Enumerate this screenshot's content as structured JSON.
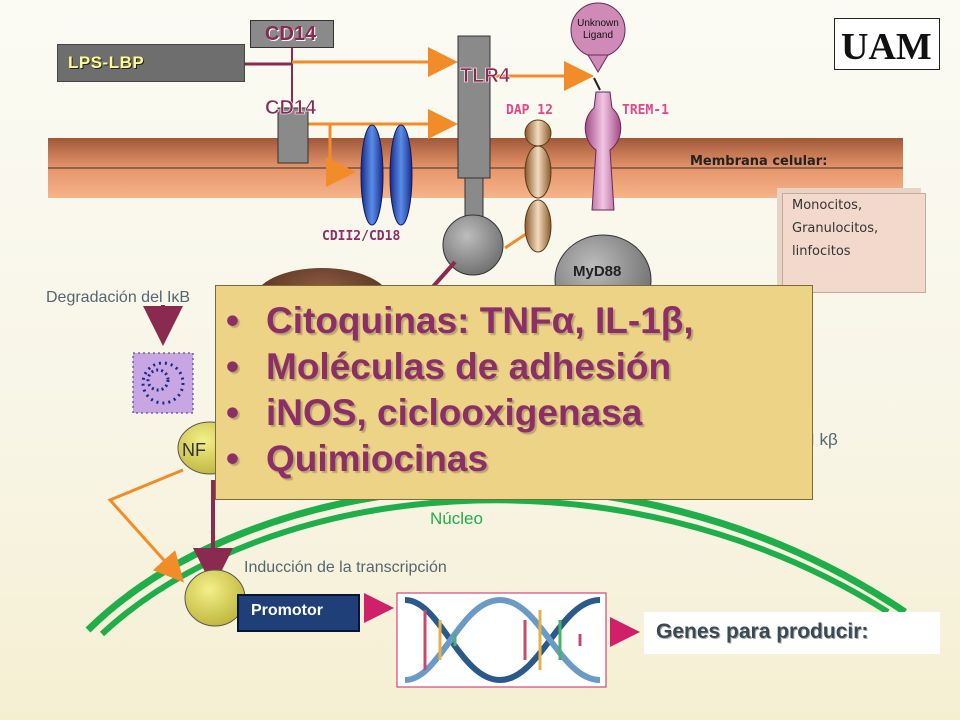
{
  "labels": {
    "lps_lbp": "LPS-LBP",
    "cd14_top": "CD14",
    "cd14_mid": "CD14",
    "tlr4": "TLR4",
    "dap12": "DAP 12",
    "trem1": "TREM-1",
    "unknown_ligand_line1": "Unknown",
    "unknown_ligand_line2": "Ligand",
    "membrane": "Membrana celular:",
    "cd11_cd18": "CDII2/CD18",
    "myd88": "MyD88",
    "degradation": "Degradación del IκB",
    "nf_prefix": "NF",
    "ikb_fragment": "I kβ",
    "nucleus": "Núcleo",
    "transcription": "Inducción de la transcripción",
    "promotor": "Promotor",
    "genes": "Genes para producir:"
  },
  "cell_types": [
    "Monocitos,",
    "Granulocitos,",
    "linfocitos"
  ],
  "popup_items": [
    "Citoquinas: TNFα, IL-1β,",
    "Moléculas de adhesión",
    "iNOS, ciclooxigenasa",
    "Quimiocinas"
  ],
  "logo_text": "UAM",
  "colors": {
    "membrane": "#d98a5a",
    "arrow_orange": "#f28c28",
    "arrow_maroon": "#8b2a4f",
    "nucleus_green": "#1fae4a",
    "popup_bg": "#ecd386",
    "popup_text": "#8b2f66"
  }
}
